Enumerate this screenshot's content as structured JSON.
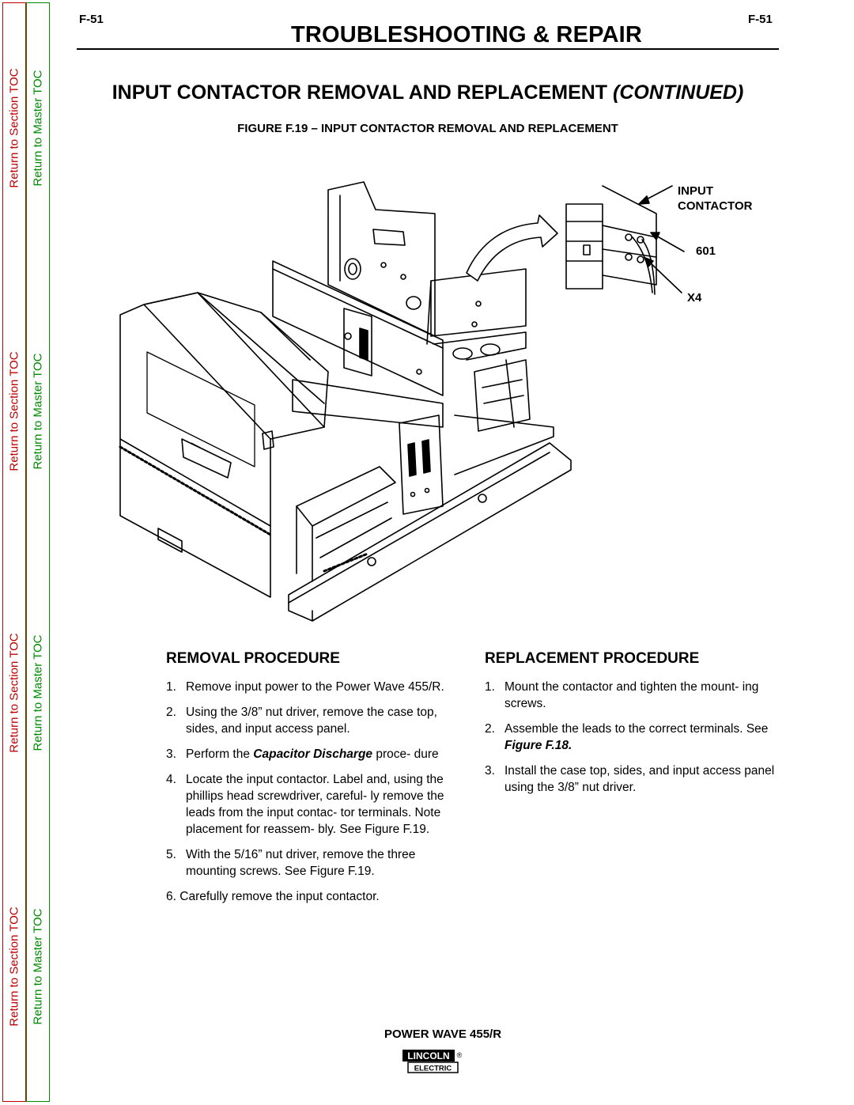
{
  "toc": {
    "section_label": "Return to Section TOC",
    "master_label": "Return to Master TOC",
    "red_color": "#c00000",
    "green_color": "#008a00"
  },
  "header": {
    "page_left": "F-51",
    "page_right": "F-51",
    "title": "TROUBLESHOOTING & REPAIR"
  },
  "section": {
    "title_main": "INPUT CONTACTOR REMOVAL AND REPLACEMENT",
    "title_suffix": "(CONTINUED)"
  },
  "figure": {
    "caption": "FIGURE F.19 – INPUT CONTACTOR REMOVAL AND REPLACEMENT",
    "label_input": "INPUT",
    "label_contactor": "CONTACTOR",
    "label_601": "601",
    "label_x4": "X4"
  },
  "removal": {
    "heading": "REMOVAL PROCEDURE",
    "steps": [
      {
        "num": "1.",
        "text": "Remove input power to the Power Wave 455/R."
      },
      {
        "num": "2.",
        "text": "Using the 3/8” nut driver, remove the case top, sides, and input access panel."
      },
      {
        "num": "3.",
        "pre": "Perform the ",
        "ref": "Capacitor Discharge",
        "post": " proce- dure"
      },
      {
        "num": "4.",
        "text": "Locate the input contactor. Label and, using the phillips head screwdriver, careful- ly remove the leads from the input contac- tor terminals. Note placement for reassem- bly. See Figure F.19."
      },
      {
        "num": "5.",
        "text": "With the 5/16” nut driver, remove the three mounting screws. See Figure F.19."
      },
      {
        "num": "6.",
        "text": "Carefully remove the input contactor."
      }
    ]
  },
  "replacement": {
    "heading": "REPLACEMENT PROCEDURE",
    "steps": [
      {
        "num": "1.",
        "text": "Mount the contactor and tighten the mount- ing screws."
      },
      {
        "num": "2.",
        "pre": "Assemble the leads to the correct terminals. See ",
        "ref": "Figure F.18.",
        "post": ""
      },
      {
        "num": "3.",
        "text": "Install the case top, sides, and input access panel using the 3/8” nut driver."
      }
    ]
  },
  "footer": {
    "product": "POWER WAVE 455/R",
    "logo_top": "LINCOLN",
    "logo_bottom": "ELECTRIC",
    "logo_mark": "®"
  }
}
